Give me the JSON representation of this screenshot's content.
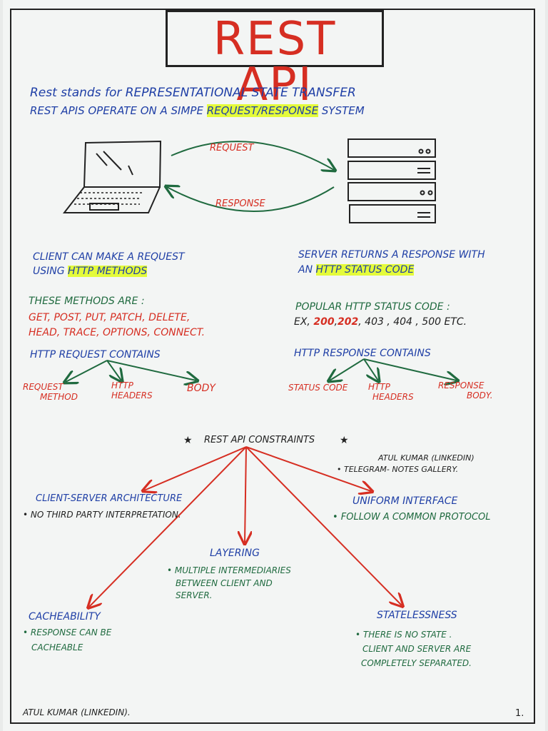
{
  "title": "REST API",
  "intro": {
    "line1": "Rest stands for REPRESENTATIONAL STATE TRANSFER",
    "line2_pre": "REST APIs OPERATE ON A SIMPE ",
    "line2_hl": "REQUEST/RESPONSE",
    "line2_post": " SYSTEM"
  },
  "diagram": {
    "request_label": "REQUEST",
    "response_label": "RESPONSE",
    "client_icon": "laptop-icon",
    "server_icon": "server-rack-icon"
  },
  "client": {
    "line1": "CLIENT CAN MAKE A REQUEST",
    "line2_pre": "USING ",
    "line2_hl": "HTTP METHODS",
    "methods_heading": "THESE METHODS ARE :",
    "methods_line1": "GET, POST, PUT, PATCH, DELETE,",
    "methods_line2": "HEAD, TRACE, OPTIONS, CONNECT.",
    "contains_heading": "HTTP REQUEST CONTAINS",
    "parts": [
      "REQUEST",
      "METHOD",
      "HTTP",
      "HEADERS",
      "BODY"
    ]
  },
  "server": {
    "line1": "SERVER RETURNS A RESPONSE WITH",
    "line2_pre": "AN ",
    "line2_hl": "HTTP STATUS CODE",
    "codes_heading": "POPULAR HTTP STATUS CODE :",
    "codes_pre": "EX, ",
    "code_200": "200",
    "code_202": "202",
    "codes_rest": ", 403 , 404 , 500 ETC.",
    "contains_heading": "HTTP RESPONSE CONTAINS",
    "parts": [
      "STATUS CODE",
      "HTTP",
      "HEADERS",
      "RESPONSE",
      "BODY."
    ]
  },
  "constraints": {
    "heading": "REST API CONSTRAINTS",
    "star": "★",
    "credit_line1": "ATUL KUMAR (LINKEDIN)",
    "credit_line2": "• TELEGRAM- NOTES GALLERY.",
    "client_server": {
      "title": "CLIENT-SERVER ARCHITECTURE",
      "bullet": "• NO THIRD PARTY INTERPRETATION."
    },
    "uniform": {
      "title": "UNIFORM INTERFACE",
      "bullet": "• FOLLOW A COMMON PROTOCOL"
    },
    "layering": {
      "title": "LAYERING",
      "bullet1": "• MULTIPLE INTERMEDIARIES",
      "bullet2": "BETWEEN CLIENT AND",
      "bullet3": "SERVER."
    },
    "cacheability": {
      "title": "CACHEABILITY",
      "bullet1": "• RESPONSE CAN BE",
      "bullet2": "CACHEABLE"
    },
    "statelessness": {
      "title": "STATELESSNESS",
      "bullet1": "• THERE IS NO STATE .",
      "bullet2": "CLIENT AND SERVER ARE",
      "bullet3": "COMPLETELY SEPARATED."
    }
  },
  "footer": {
    "author": "ATUL KUMAR (LINKEDIN).",
    "page": "1."
  },
  "colors": {
    "blue_ink": "#1f3fa6",
    "red_ink": "#d62e22",
    "green_ink": "#1f6a3f",
    "highlight": "#e4fb3a"
  }
}
